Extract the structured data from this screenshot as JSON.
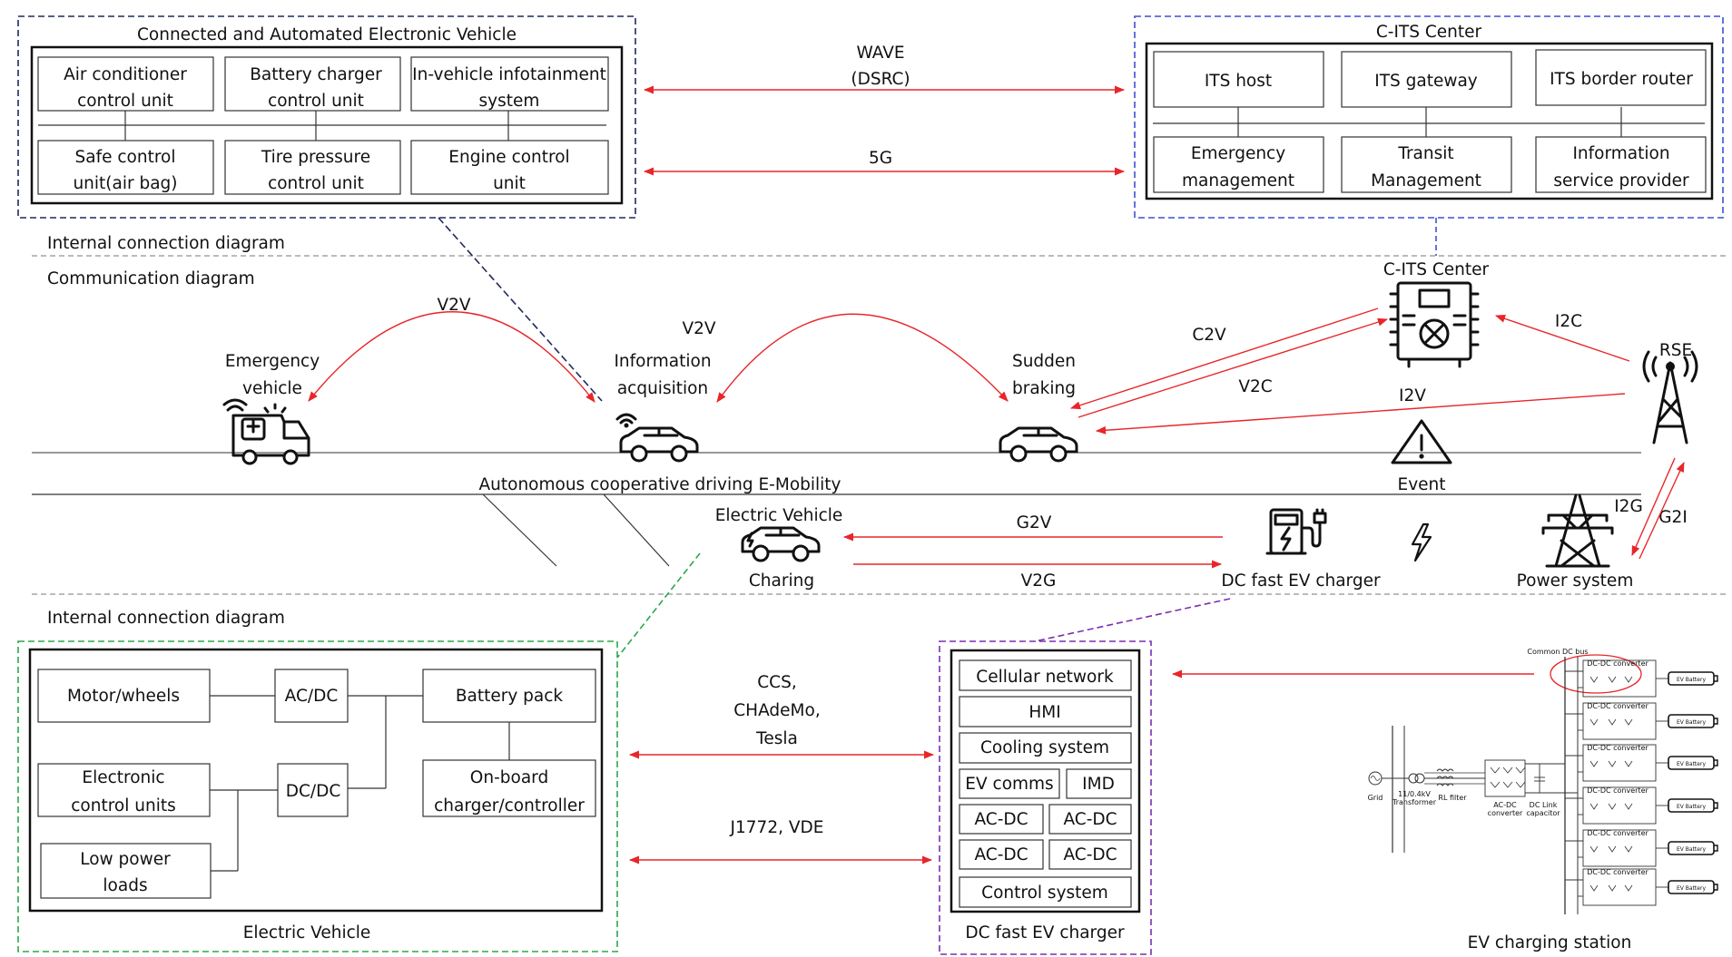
{
  "colors": {
    "arrow": "#e8262a",
    "vehicle_frame": "#1f2a5a",
    "cits_frame": "#3d4fd6",
    "ev_frame": "#2aa84a",
    "charger_frame": "#7a2fb0"
  },
  "vehicle_panel": {
    "title": "Connected and Automated Electronic Vehicle",
    "top_units": [
      [
        "Air conditioner",
        "control unit"
      ],
      [
        "Battery charger",
        "control unit"
      ],
      [
        "In-vehicle infotainment",
        "system"
      ]
    ],
    "bottom_units": [
      [
        "Safe control",
        "unit(air bag)"
      ],
      [
        "Tire pressure",
        "control unit"
      ],
      [
        "Engine control",
        "unit"
      ]
    ]
  },
  "cits_panel": {
    "title": "C-ITS Center",
    "top_units": [
      "ITS host",
      "ITS gateway",
      "ITS border router"
    ],
    "bottom_units": [
      [
        "Emergency",
        "management"
      ],
      [
        "Transit",
        "Management"
      ],
      [
        "Information",
        "service provider"
      ]
    ]
  },
  "top_links": {
    "wave": [
      "WAVE",
      "(DSRC)"
    ],
    "fiveg": "5G"
  },
  "sections": {
    "internal_top": "Internal connection diagram",
    "communication": "Communication diagram",
    "internal_bottom": "Internal connection diagram"
  },
  "road_scene": {
    "emergency_vehicle": [
      "Emergency",
      "vehicle"
    ],
    "info_acquisition": [
      "Information",
      "acquisition"
    ],
    "sudden_braking": [
      "Sudden",
      "braking"
    ],
    "v2v_1": "V2V",
    "v2v_2": "V2V",
    "cits_center": "C-ITS Center",
    "c2v": "C2V",
    "v2c": "V2C",
    "i2c": "I2C",
    "i2v": "I2V",
    "rse": "RSE",
    "event": "Event",
    "road_caption": "Autonomous cooperative driving E-Mobility",
    "electric_vehicle": "Electric Vehicle",
    "charging": "Charing",
    "g2v": "G2V",
    "v2g": "V2G",
    "dc_fast_charger": "DC fast EV charger",
    "i2g": "I2G",
    "g2i": "G2I",
    "power_system": "Power system"
  },
  "ev_panel": {
    "title": "Electric Vehicle",
    "motor": "Motor/wheels",
    "acdc": "AC/DC",
    "battery": "Battery pack",
    "ecu": [
      "Electronic",
      "control units"
    ],
    "dcdc": "DC/DC",
    "onboard": [
      "On-board",
      "charger/controller"
    ],
    "low_power": [
      "Low power",
      "loads"
    ]
  },
  "mid_links": {
    "standards": [
      "CCS,",
      "CHAdeMo,",
      "Tesla"
    ],
    "j1772": "J1772, VDE"
  },
  "charger_panel": {
    "title": "DC fast EV charger",
    "rows": [
      "Cellular network",
      "HMI",
      "Cooling system"
    ],
    "ev_comms": "EV comms",
    "imd": "IMD",
    "acdc_modules": [
      "AC-DC",
      "AC-DC",
      "AC-DC",
      "AC-DC"
    ],
    "control": "Control system"
  },
  "station": {
    "caption": "EV charging station",
    "bus_label": "Common DC bus",
    "dcdc_label": "DC-DC converter",
    "battery_label": "EV Battery",
    "grid": "Grid",
    "transformer": [
      "11/0.4kV",
      "Transformer"
    ],
    "rl_filter": "RL filter",
    "acdc_conv": [
      "AC-DC",
      "converter"
    ],
    "link_cap": [
      "DC Link",
      "capacitor"
    ]
  }
}
